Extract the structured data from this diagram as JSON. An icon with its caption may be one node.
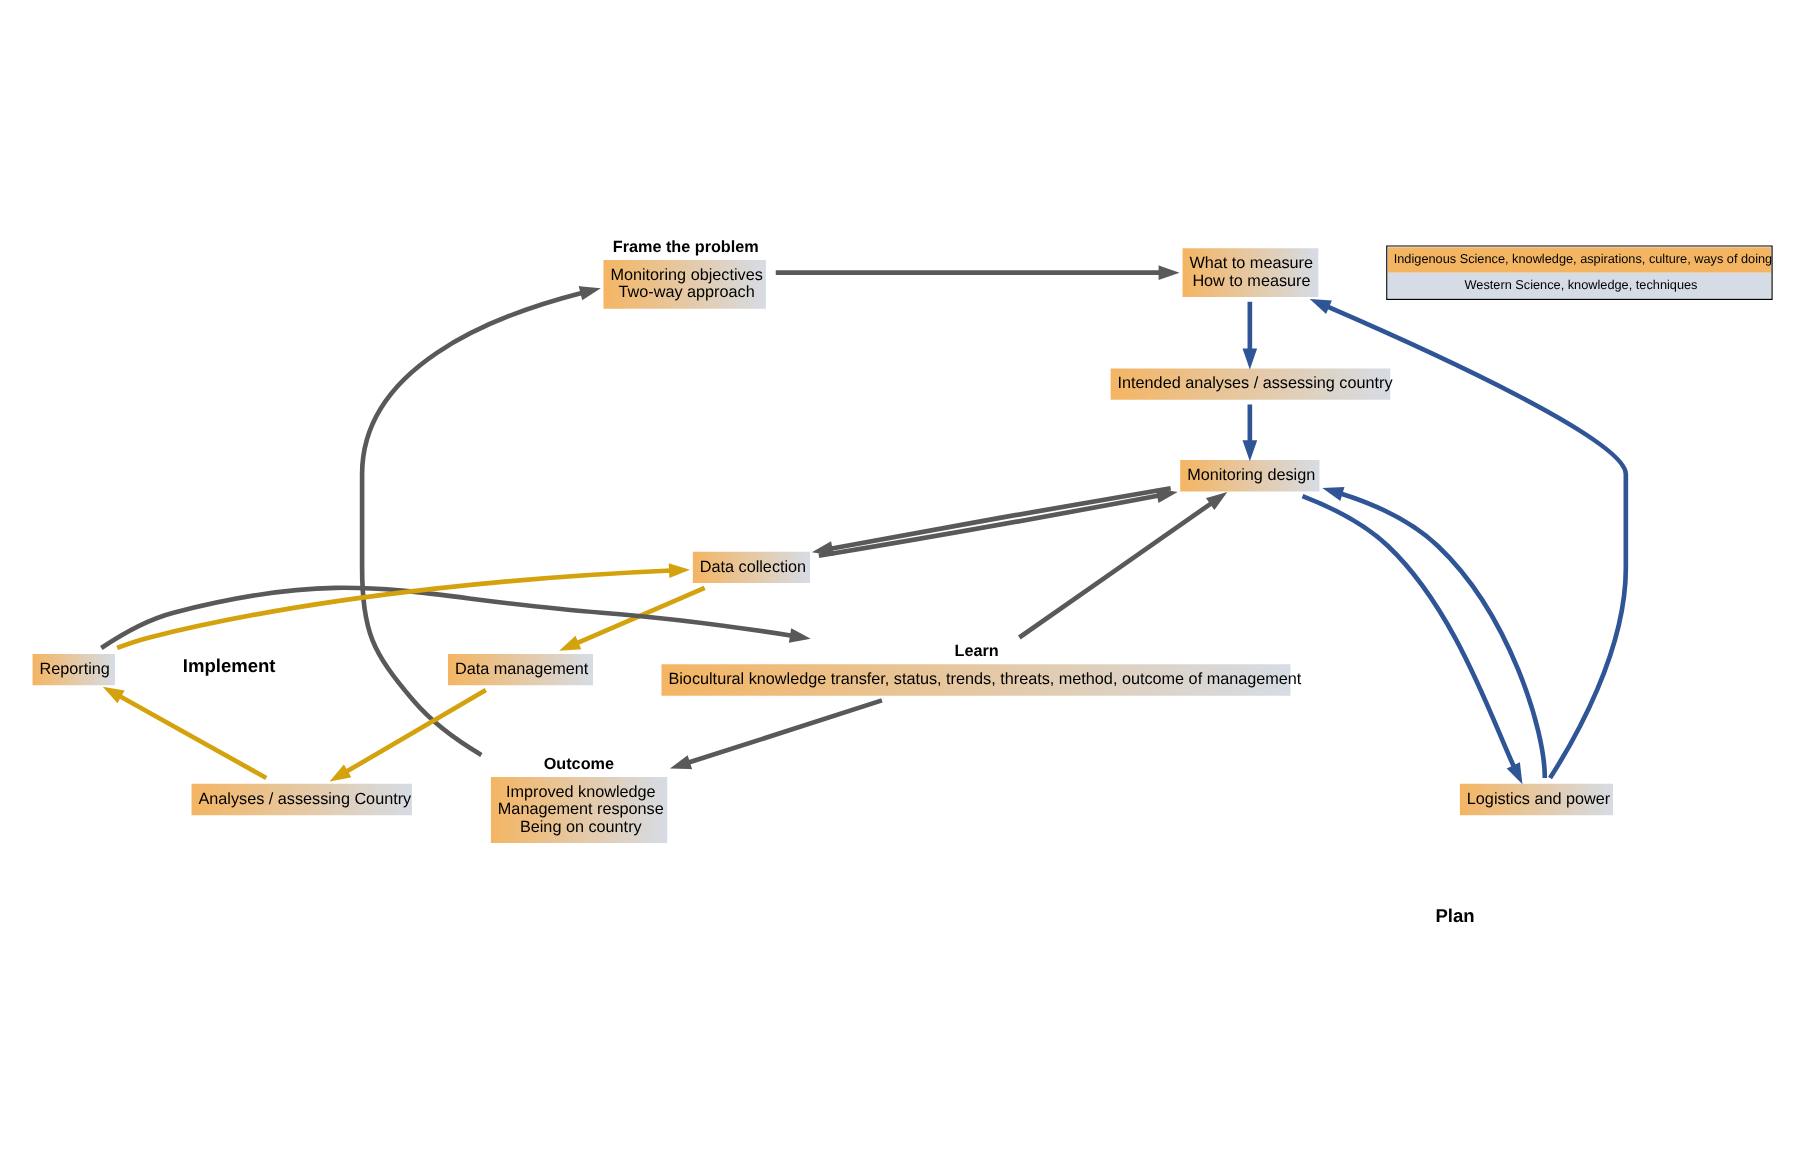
{
  "diagram": {
    "nodes": [
      {
        "text": [
          "Frame the problem",
          "Monitoring objectives",
          "Two-way approach"
        ]
      },
      {
        "text": [
          "Outcome",
          "Improved knowledge",
          "Management response",
          "Being on country"
        ]
      },
      {
        "text": [
          "Learn",
          "Biocultural knowledge transfer, status, trends, threats, method, outcome of management"
        ]
      },
      {
        "text": [
          "What to measure",
          "How to measure"
        ]
      },
      {
        "text": [
          "Intended analyses / assessing country"
        ]
      },
      {
        "text": [
          "Monitoring design"
        ]
      },
      {
        "text": [
          "Logistics and power"
        ]
      },
      {
        "text": [
          "Data collection"
        ]
      },
      {
        "text": [
          "Data management"
        ]
      },
      {
        "text": [
          "Analyses / assessing Country"
        ]
      },
      {
        "text": [
          "Reporting"
        ]
      }
    ],
    "edges": [
      {
        "from": 0,
        "to": 3,
        "arrow": "to"
      },
      {
        "from": 6,
        "to": 3,
        "arrow": "to",
        "color": "#2f5597"
      },
      {
        "from": 3,
        "to": 4,
        "arrow": "to",
        "color": "#2f5597"
      },
      {
        "from": 4,
        "to": 5,
        "arrow": "to",
        "color": "#2f5597"
      },
      {
        "from": 5,
        "to": 6,
        "arrow": "to",
        "color": "#2f5597"
      },
      {
        "from": 6,
        "to": 5,
        "arrow": "to",
        "color": "#2f5597"
      },
      {
        "from": 5,
        "to": 7,
        "arrow": "to"
      },
      {
        "from": 7,
        "to": 5,
        "arrow": "to"
      },
      {
        "from": 10,
        "to": 7,
        "arrow": "to",
        "color": "#d4a20c"
      },
      {
        "from": 7,
        "to": 8,
        "arrow": "to",
        "color": "#d4a20c"
      },
      {
        "from": 8,
        "to": 9,
        "arrow": "to",
        "color": "#d4a20c"
      },
      {
        "from": 9,
        "to": 10,
        "arrow": "to",
        "color": "#d4a20c"
      },
      {
        "from": 10,
        "to": 2,
        "arrow": "to"
      },
      {
        "from": 2,
        "to": 5,
        "arrow": "to"
      },
      {
        "from": 2,
        "to": 1,
        "arrow": "to"
      },
      {
        "from": 1,
        "to": 0,
        "arrow": "to"
      }
    ],
    "labels": [
      "Plan",
      "Implement"
    ],
    "legend": [
      {
        "text": "Indigenous Science, knowledge, aspirations, culture, ways of doing",
        "color": "#f4b563"
      },
      {
        "text": "Western Science, knowledge, techniques",
        "color": "#d6dce5"
      }
    ]
  }
}
